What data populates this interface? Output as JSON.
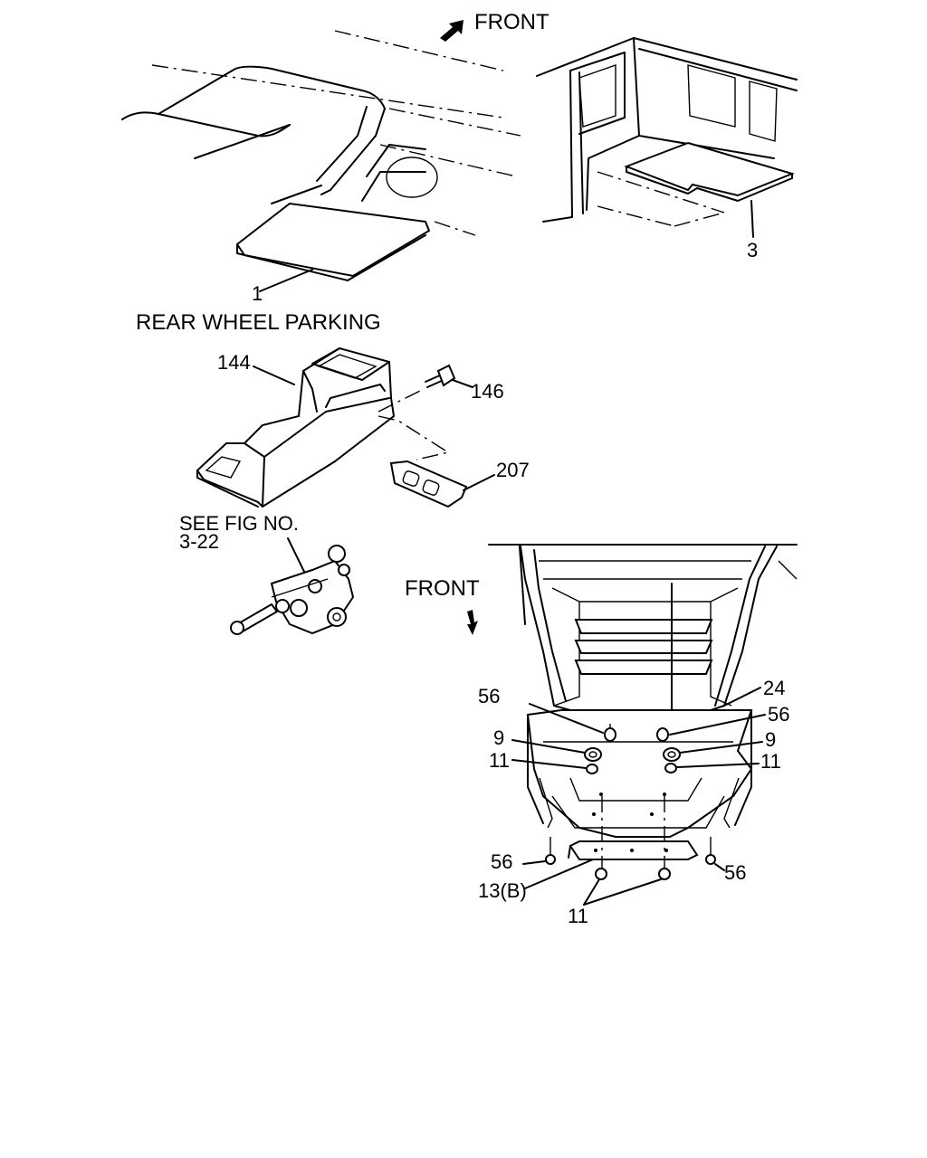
{
  "labels": {
    "front_top": "FRONT",
    "front_mid": "FRONT",
    "section_title": "REAR WHEEL PARKING",
    "see_fig_line1": "SEE FIG NO.",
    "see_fig_line2": "3-22",
    "part_1": "1",
    "part_3": "3",
    "part_144": "144",
    "part_146": "146",
    "part_207": "207",
    "part_24": "24",
    "part_56_a": "56",
    "part_56_b": "56",
    "part_56_c": "56",
    "part_56_d": "56",
    "part_9_a": "9",
    "part_9_b": "9",
    "part_11_a": "11",
    "part_11_b": "11",
    "part_11_c": "11",
    "part_13b": "13(B)"
  },
  "icons": [
    "arrow-front-icon",
    "arrow-front-down-icon"
  ]
}
